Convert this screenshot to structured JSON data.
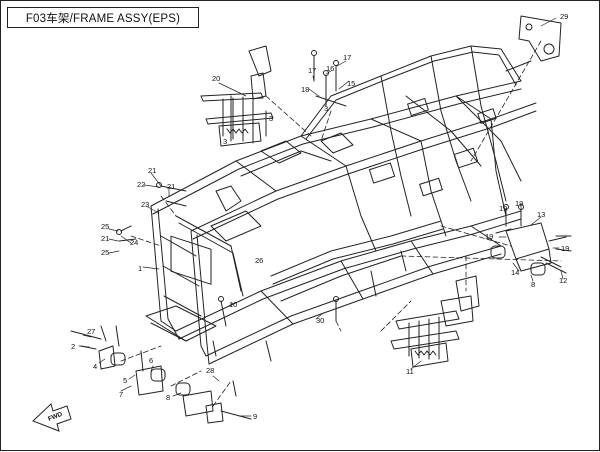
{
  "title": "F03车架/FRAME ASSY(EPS)",
  "fwd_label": "FWD",
  "callouts": [
    {
      "id": "c29",
      "text": "29"
    },
    {
      "id": "c20",
      "text": "20"
    },
    {
      "id": "c17a",
      "text": "17"
    },
    {
      "id": "c16",
      "text": "16"
    },
    {
      "id": "c17b",
      "text": "17"
    },
    {
      "id": "c18",
      "text": "18"
    },
    {
      "id": "c15",
      "text": "15"
    },
    {
      "id": "c3a",
      "text": "3"
    },
    {
      "id": "c3b",
      "text": "3"
    },
    {
      "id": "c3c",
      "text": "3"
    },
    {
      "id": "c21a",
      "text": "21"
    },
    {
      "id": "c22",
      "text": "22"
    },
    {
      "id": "c21b",
      "text": "21"
    },
    {
      "id": "c23",
      "text": "23"
    },
    {
      "id": "c24",
      "text": "24"
    },
    {
      "id": "c25a",
      "text": "25"
    },
    {
      "id": "c21c",
      "text": "21"
    },
    {
      "id": "c25b",
      "text": "25"
    },
    {
      "id": "c19a",
      "text": "19"
    },
    {
      "id": "c19b",
      "text": "19"
    },
    {
      "id": "c13",
      "text": "13"
    },
    {
      "id": "c19c",
      "text": "19"
    },
    {
      "id": "c19d",
      "text": "19"
    },
    {
      "id": "c14",
      "text": "14"
    },
    {
      "id": "c8a",
      "text": "8"
    },
    {
      "id": "c12",
      "text": "12"
    },
    {
      "id": "c1",
      "text": "1"
    },
    {
      "id": "c10",
      "text": "10"
    },
    {
      "id": "c11",
      "text": "11"
    },
    {
      "id": "c27",
      "text": "27"
    },
    {
      "id": "c2",
      "text": "2"
    },
    {
      "id": "c4",
      "text": "4"
    },
    {
      "id": "c5",
      "text": "5"
    },
    {
      "id": "c6",
      "text": "6"
    },
    {
      "id": "c7",
      "text": "7"
    },
    {
      "id": "c8b",
      "text": "8"
    },
    {
      "id": "c28",
      "text": "28"
    },
    {
      "id": "c9",
      "text": "9"
    },
    {
      "id": "c26",
      "text": "26"
    },
    {
      "id": "c30",
      "text": "30"
    }
  ]
}
